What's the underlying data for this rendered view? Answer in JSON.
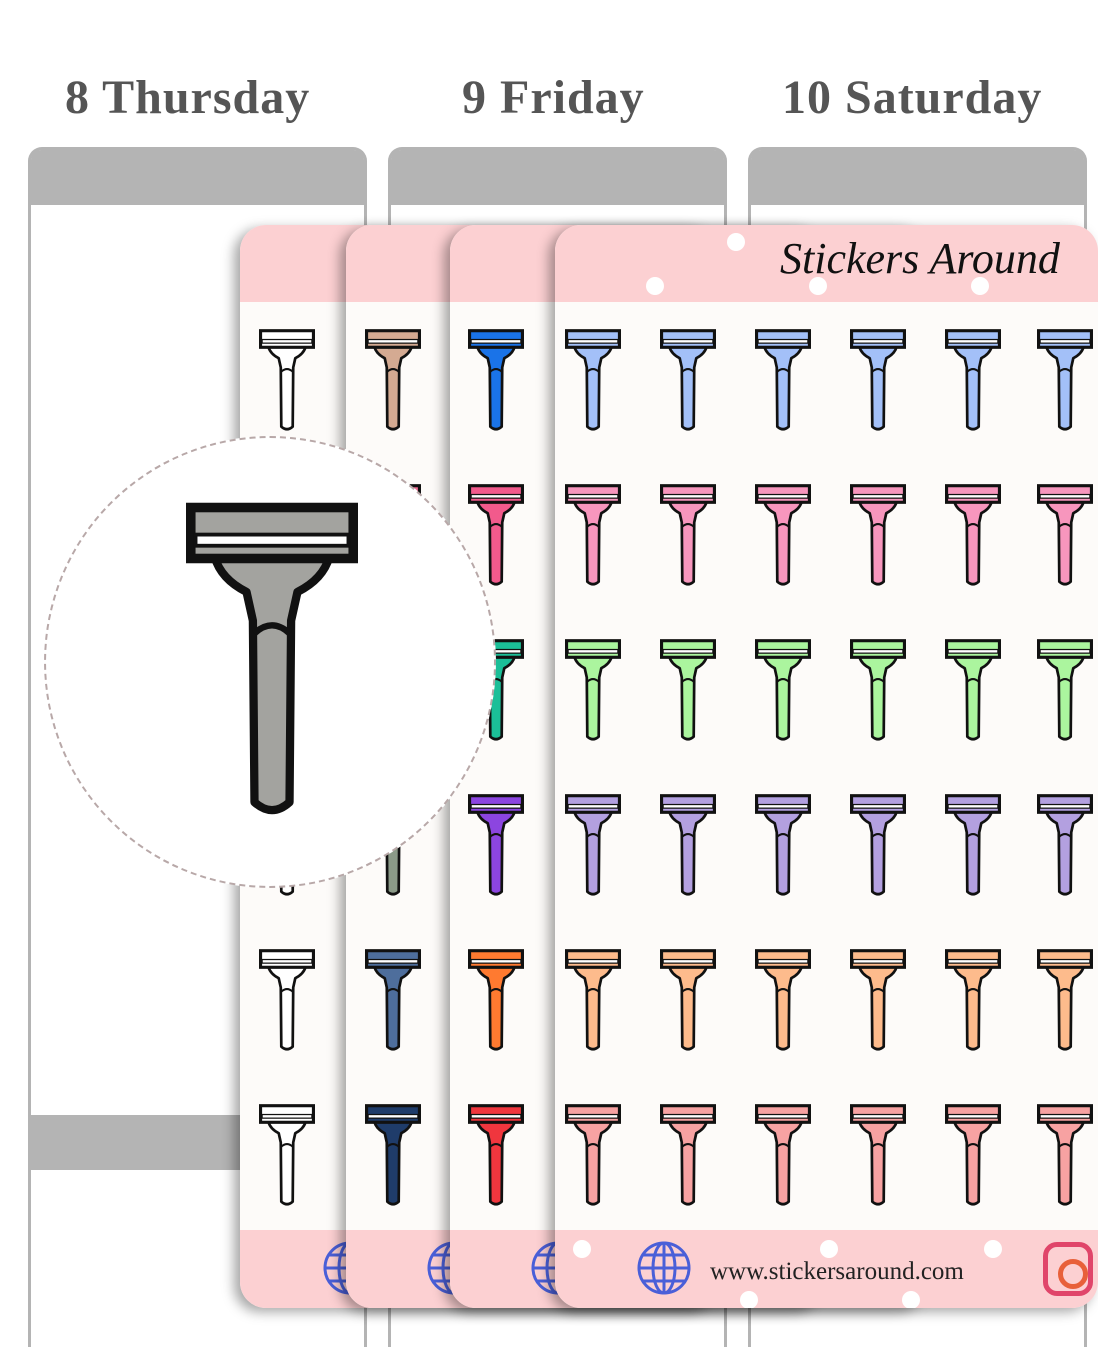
{
  "days": [
    "8 Thursday",
    "9 Friday",
    "10 Saturday"
  ],
  "sheet": {
    "brand": "Stickers Around",
    "website": "www.stickersaround.com",
    "icons": {
      "footer_left": "globe-icon",
      "footer_right": "instagram-icon",
      "sticker": "razor-icon"
    }
  },
  "magnifier": {
    "icon": "razor-icon",
    "color": "#a3a39f"
  },
  "palettes": [
    [
      "#ffffff",
      "#ffffff",
      "#ffffff",
      "#ffffff",
      "#ffffff",
      "#ffffff"
    ],
    [
      "#d4aa92",
      "#f06d94",
      "#5fc7a8",
      "#8b9a88",
      "#4e6e9c",
      "#1f3c6a"
    ],
    [
      "#1a73e8",
      "#f25a8c",
      "#1bbf98",
      "#8c45e0",
      "#ff7a30",
      "#f0363e"
    ],
    [
      "#a3c0f8",
      "#f796bd",
      "#abf59e",
      "#b3a0e0",
      "#fdbb8c",
      "#f7a2a2"
    ]
  ]
}
